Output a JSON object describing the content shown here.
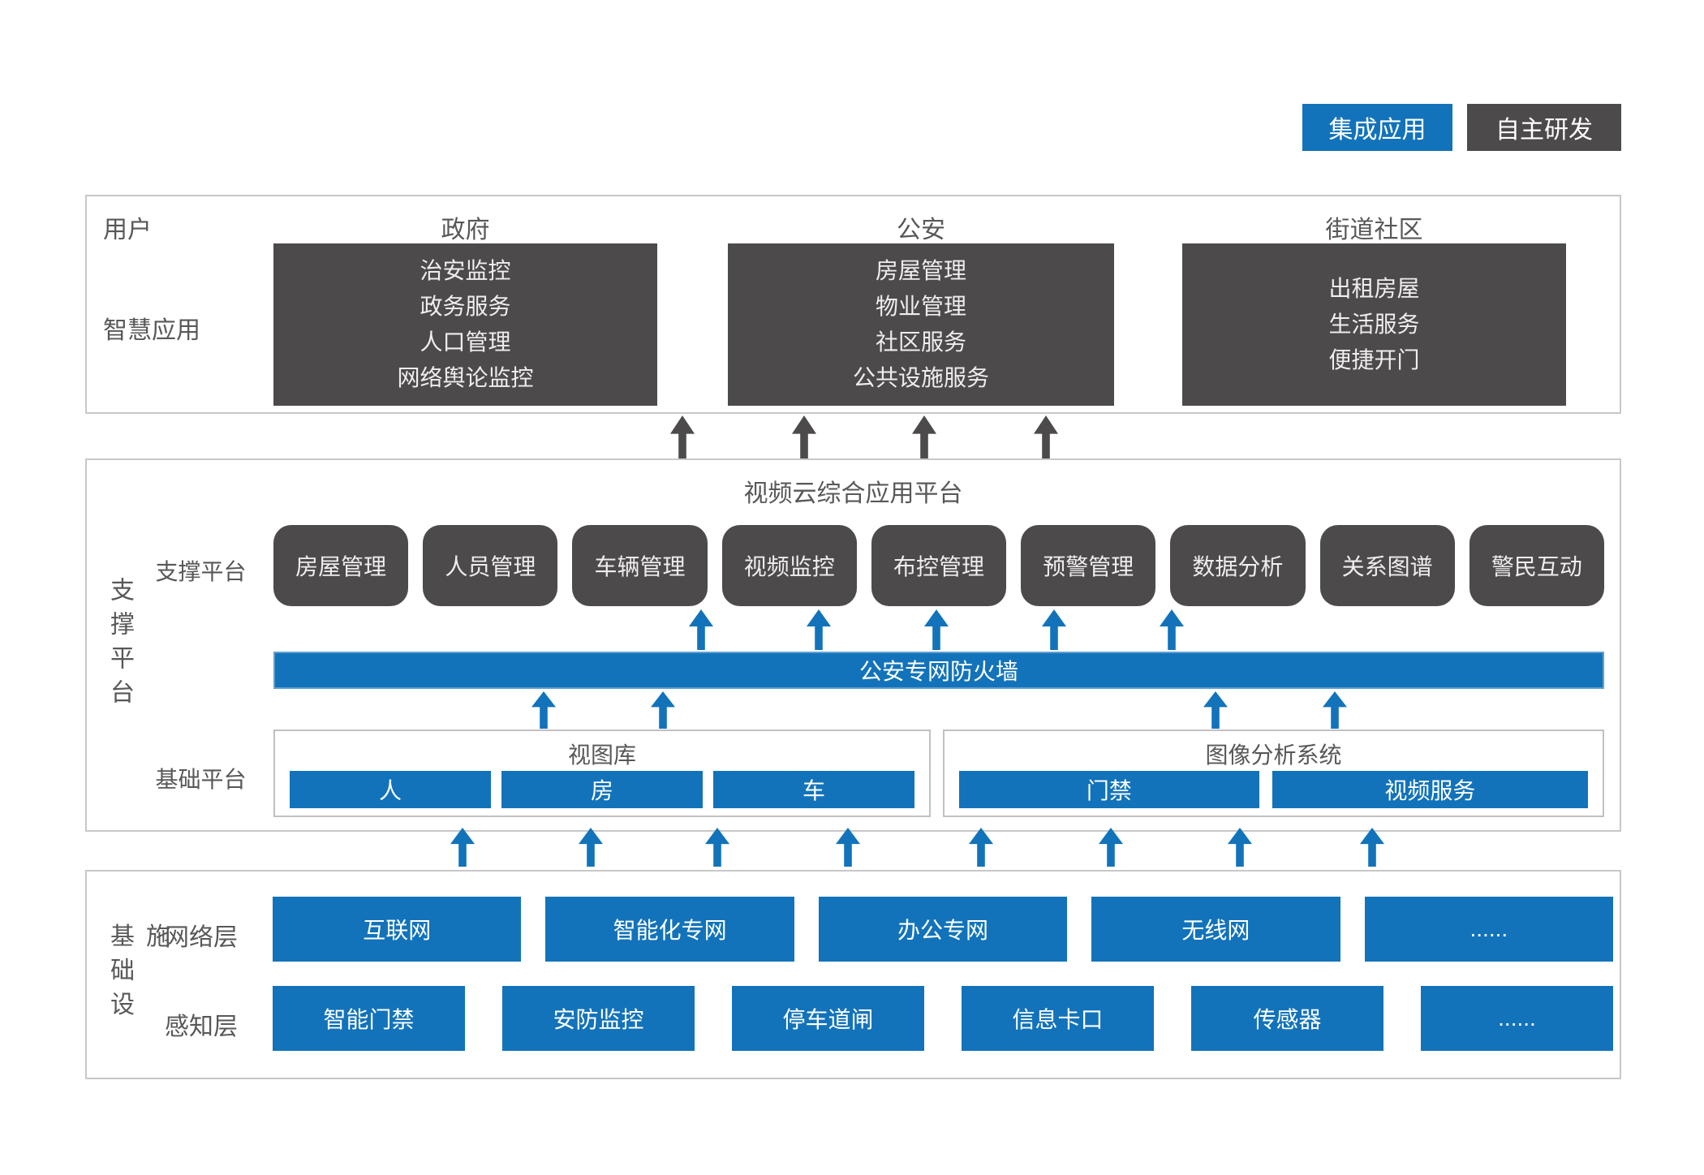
{
  "legend": {
    "integrated_label": "集成应用",
    "self_developed_label": "自主研发"
  },
  "colors": {
    "accent_blue": "#1273BA",
    "dark_gray": "#4D4A4B"
  },
  "user_section": {
    "row1_label": "用户",
    "row2_label": "智慧应用",
    "columns": [
      {
        "header": "政府",
        "items": [
          "治安监控",
          "政务服务",
          "人口管理",
          "网络舆论监控"
        ]
      },
      {
        "header": "公安",
        "items": [
          "房屋管理",
          "物业管理",
          "社区服务",
          "公共设施服务"
        ]
      },
      {
        "header": "街道社区",
        "items": [
          "出租房屋",
          "生活服务",
          "便捷开门"
        ]
      }
    ]
  },
  "platform_section": {
    "side_label": "支撑平台",
    "title": "视频云综合应用平台",
    "support_row_label": "支撑平台",
    "support_modules": [
      "房屋管理",
      "人员管理",
      "车辆管理",
      "视频监控",
      "布控管理",
      "预警管理",
      "数据分析",
      "关系图谱",
      "警民互动"
    ],
    "firewall_label": "公安专网防火墙",
    "base_row_label": "基础平台",
    "base_groups": [
      {
        "title": "视图库",
        "items": [
          "人",
          "房",
          "车"
        ]
      },
      {
        "title": "图像分析系统",
        "items": [
          "门禁",
          "视频服务"
        ]
      }
    ]
  },
  "infra_section": {
    "side_label": "基础设施",
    "network_row": {
      "label": "网络层",
      "items": [
        "互联网",
        "智能化专网",
        "办公专网",
        "无线网",
        "......"
      ]
    },
    "sensing_row": {
      "label": "感知层",
      "items": [
        "智能门禁",
        "安防监控",
        "停车道闸",
        "信息卡口",
        "传感器",
        "......"
      ]
    }
  }
}
